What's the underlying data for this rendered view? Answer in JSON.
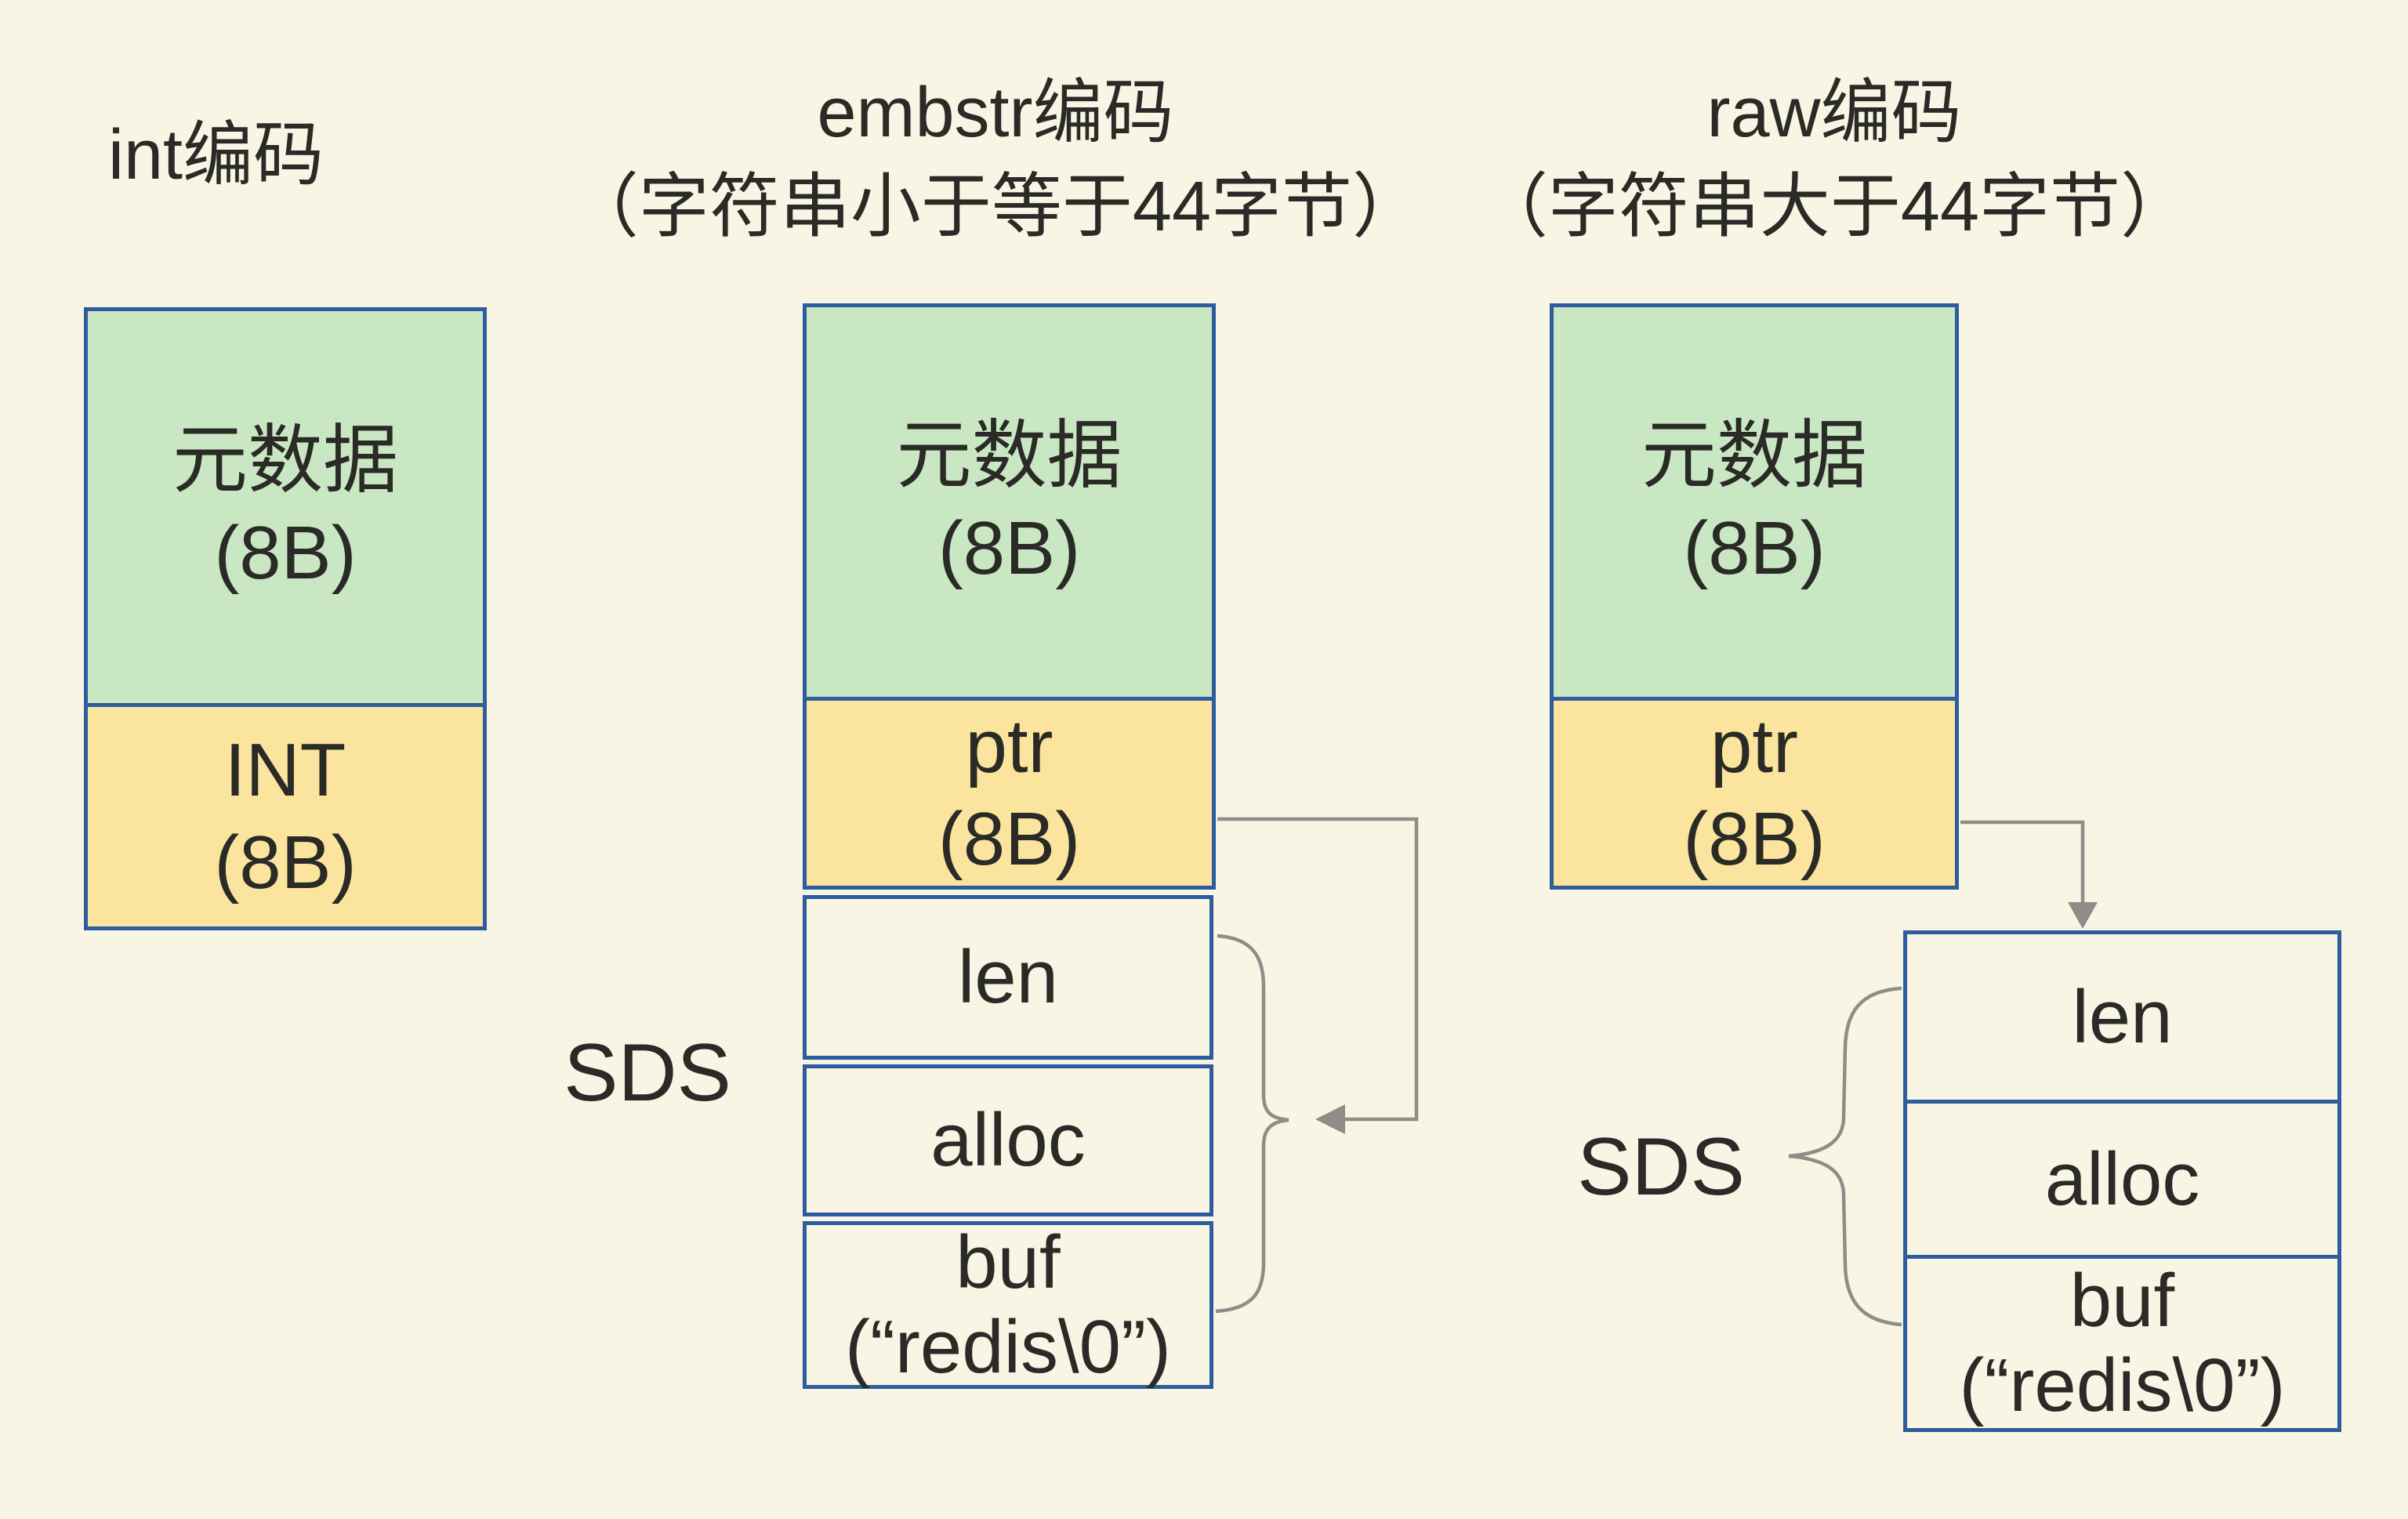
{
  "titles": {
    "int": "int编码",
    "embstr_line1": "embstr编码",
    "embstr_line2": "（字符串小于等于44字节）",
    "raw_line1": "raw编码",
    "raw_line2": "（字符串大于44字节）"
  },
  "columns": {
    "int": {
      "meta_line1": "元数据",
      "meta_line2": "(8B)",
      "value_line1": "INT",
      "value_line2": "(8B)"
    },
    "embstr": {
      "meta_line1": "元数据",
      "meta_line2": "(8B)",
      "ptr_line1": "ptr",
      "ptr_line2": "(8B)",
      "sds_label": "SDS",
      "len": "len",
      "alloc": "alloc",
      "buf_line1": "buf",
      "buf_line2": "(“redis\\0”)"
    },
    "raw": {
      "meta_line1": "元数据",
      "meta_line2": "(8B)",
      "ptr_line1": "ptr",
      "ptr_line2": "(8B)",
      "sds_label": "SDS",
      "len": "len",
      "alloc": "alloc",
      "buf_line1": "buf",
      "buf_line2": "(“redis\\0”)"
    }
  },
  "colors": {
    "background": "#f8f5e5",
    "metadata_fill": "#c9e7c3",
    "pointer_fill": "#fbe49d",
    "box_border": "#2e5c9e",
    "connector_gray": "#8e8d87",
    "text": "#2a2a26"
  }
}
